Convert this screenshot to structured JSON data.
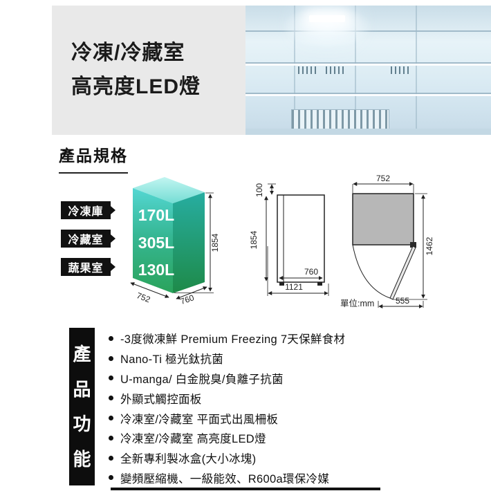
{
  "banner": {
    "line1": "冷凍/冷藏室",
    "line2": "高亮度LED燈"
  },
  "specs": {
    "heading": "產品規格",
    "compartments": [
      {
        "label": "冷凍庫",
        "volume": "170L"
      },
      {
        "label": "冷藏室",
        "volume": "305L"
      },
      {
        "label": "蔬果室",
        "volume": "130L"
      }
    ],
    "iso": {
      "height": "1854",
      "width": "752",
      "depth": "760"
    },
    "side_view": {
      "clearance": "100",
      "height": "1854",
      "depth": "760",
      "total_depth": "1121"
    },
    "top_view": {
      "width": "752",
      "total_height": "1462",
      "door": "555",
      "unit": "單位:mm"
    }
  },
  "features": {
    "title_chars": [
      "產",
      "品",
      "功",
      "能"
    ],
    "items": [
      "-3度微凍鮮 Premium Freezing 7天保鮮食材",
      "Nano-Ti 極光鈦抗菌",
      "U-manga/ 白金脫臭/負離子抗菌",
      "外顯式觸控面板",
      "冷凍室/冷藏室 平面式出風柵板",
      "冷凍室/冷藏室 高亮度LED燈",
      "全新專利製冰盒(大小冰塊)",
      "變頻壓縮機、一級能效、R600a環保冷媒"
    ]
  },
  "colors": {
    "accent_teal": "#3fc8be",
    "accent_green": "#2ca45e",
    "label_bg": "#111111",
    "banner_bg": "#e9e9e9"
  }
}
